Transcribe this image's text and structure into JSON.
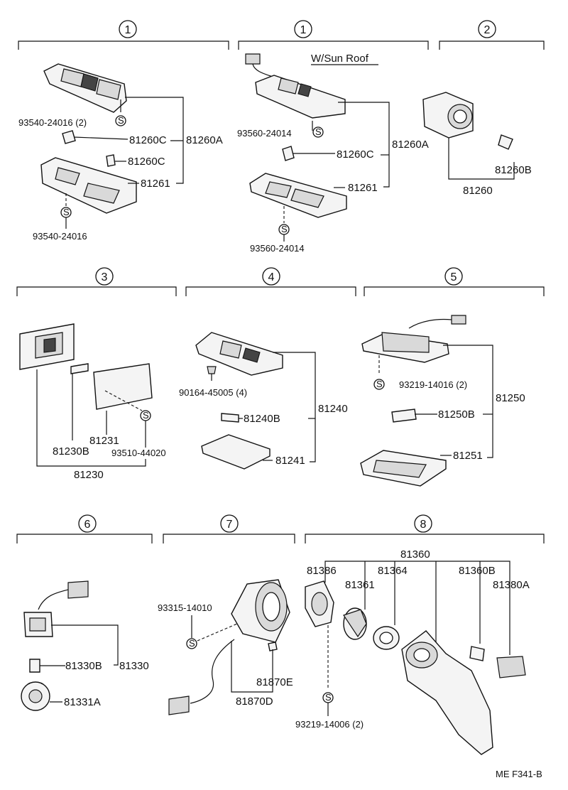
{
  "sections": [
    {
      "num": "1",
      "subtitle": ""
    },
    {
      "num": "1",
      "subtitle": "W/Sun Roof"
    },
    {
      "num": "2",
      "subtitle": ""
    },
    {
      "num": "3",
      "subtitle": ""
    },
    {
      "num": "4",
      "subtitle": ""
    },
    {
      "num": "5",
      "subtitle": ""
    },
    {
      "num": "6",
      "subtitle": ""
    },
    {
      "num": "7",
      "subtitle": ""
    },
    {
      "num": "8",
      "subtitle": ""
    }
  ],
  "labels": {
    "s1a_screw_top": "93540-24016 (2)",
    "s1a_bulb1": "81260C",
    "s1a_assy": "81260A",
    "s1a_bulb2": "81260C",
    "s1a_lens": "81261",
    "s1a_screw_bot": "93540-24016",
    "s1b_screw_top": "93560-24014",
    "s1b_bulb": "81260C",
    "s1b_assy": "81260A",
    "s1b_lens": "81261",
    "s1b_screw_bot": "93560-24014",
    "s2_bulb": "81260B",
    "s2_assy": "81260",
    "s3_lens": "81231",
    "s3_bulb": "81230B",
    "s3_screw": "93510-44020",
    "s3_assy": "81230",
    "s4_screw": "90164-45005 (4)",
    "s4_assy": "81240",
    "s4_bulb": "81240B",
    "s4_lens": "81241",
    "s5_screw": "93219-14016 (2)",
    "s5_assy": "81250",
    "s5_bulb": "81250B",
    "s5_lens": "81251",
    "s6_bulb": "81330B",
    "s6_assy": "81330",
    "s6_socket": "81331A",
    "s7_screw": "93315-14010",
    "s7_bulb": "81870E",
    "s7_assy": "81870D",
    "s8_assy": "81360",
    "s8_bezel": "81386",
    "s8_lens": "81364",
    "s8_bulb": "81360B",
    "s8_cap": "81361",
    "s8_socket": "81380A",
    "s8_screw": "93219-14006 (2)",
    "screw_mark": "S",
    "footer_code": "ME F341-B"
  }
}
